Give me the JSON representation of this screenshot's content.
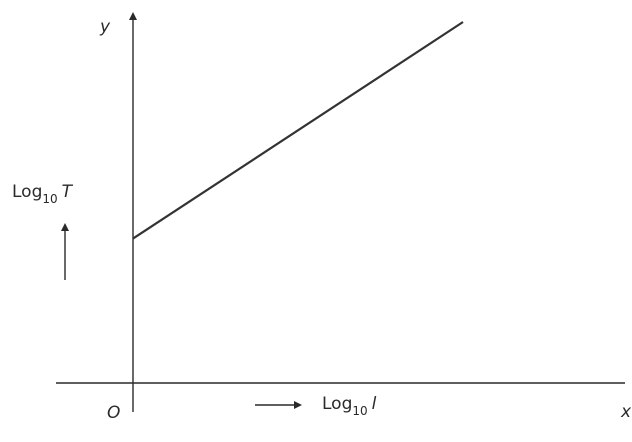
{
  "chart_data": {
    "type": "line",
    "title": "",
    "xlabel": {
      "base": "Log",
      "sub": "10",
      "var": "l"
    },
    "ylabel": {
      "base": "Log",
      "sub": "10",
      "var": "T"
    },
    "x_axis_letter": "x",
    "y_axis_letter": "y",
    "origin_label": "O",
    "series": [
      {
        "x": [
          0,
          1
        ],
        "y": [
          0.4,
          1.0
        ]
      }
    ],
    "xlim": [
      0,
      1
    ],
    "ylim": [
      0,
      1
    ],
    "grid": false,
    "colors": {
      "axis": "#2a2a2a",
      "line": "#333333",
      "background": "#ffffff"
    }
  }
}
